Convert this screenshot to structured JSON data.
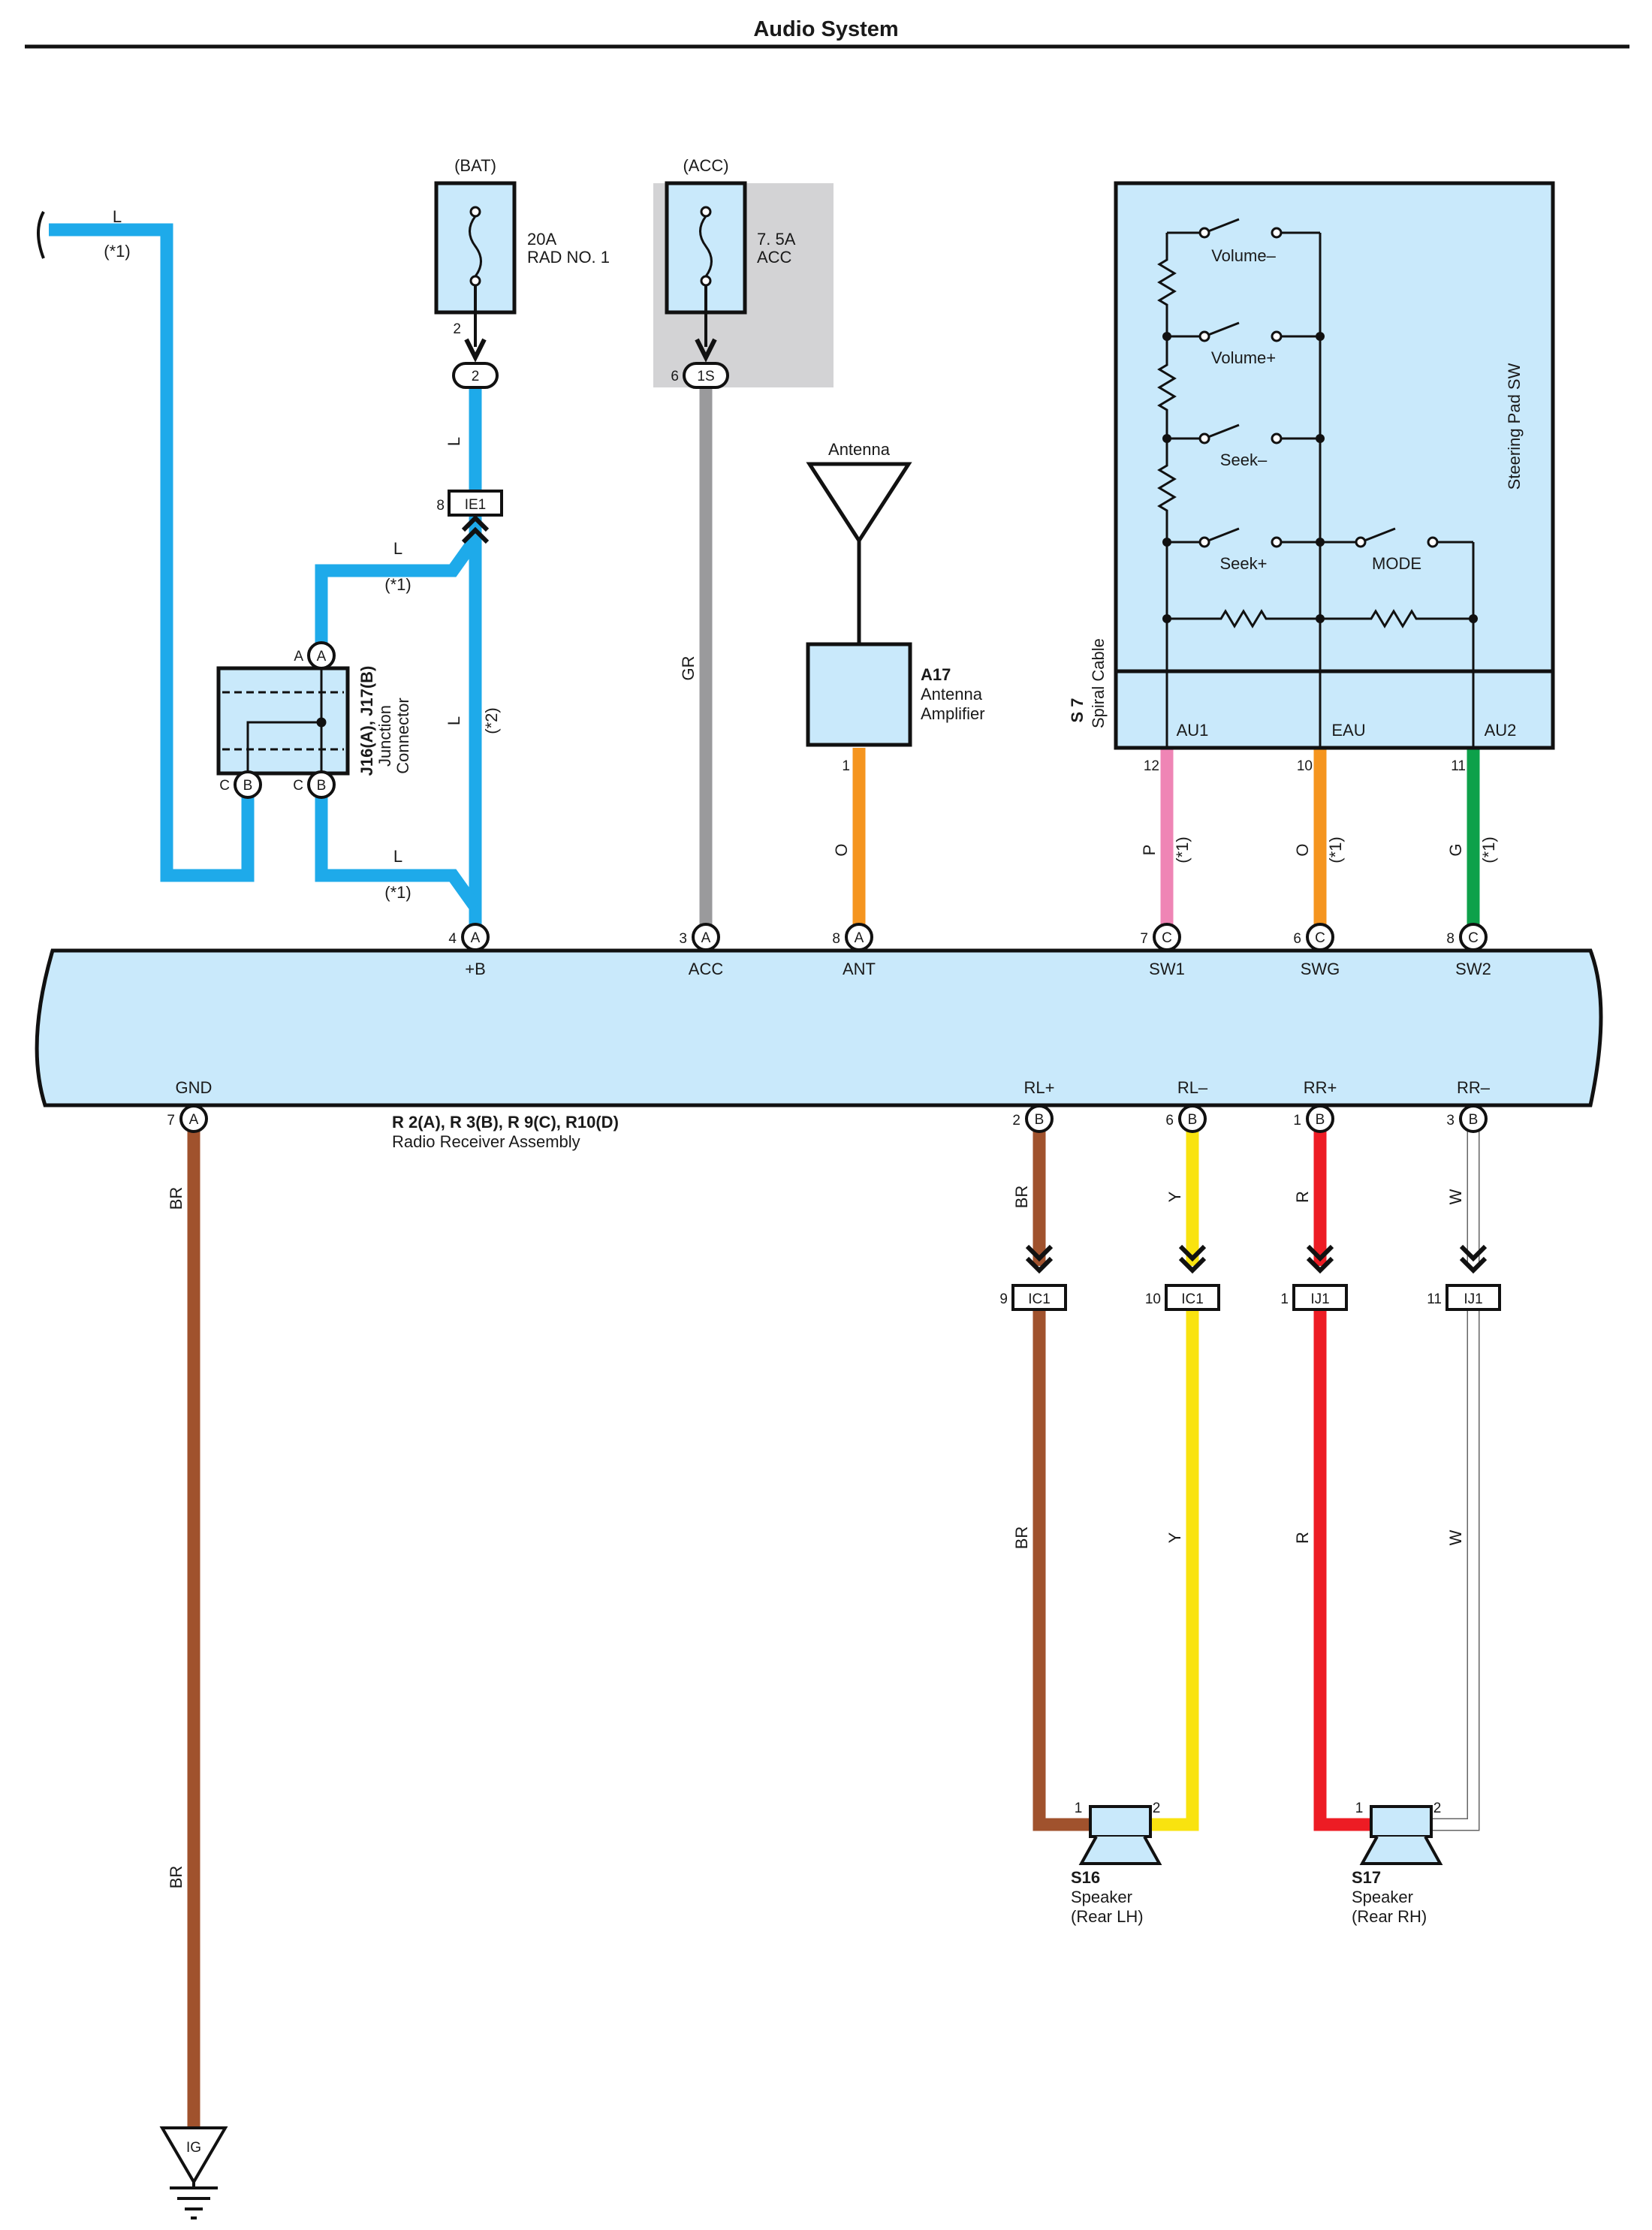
{
  "title": "Audio System",
  "colors": {
    "blue": "#1eaaea",
    "gray": "#9a9a9c",
    "orange": "#f5951f",
    "pink": "#ef85b5",
    "green": "#0da14a",
    "brown": "#a0522d",
    "yellow": "#f9e30f",
    "red": "#ed1c24",
    "white": "#ffffff",
    "component_fill": "#c9e9fb",
    "shade": "#d3d3d5"
  },
  "fuses": {
    "bat": {
      "source": "(BAT)",
      "rating": "20A",
      "name": "RAD NO. 1",
      "pin": "2",
      "connector": "2"
    },
    "acc": {
      "source": "(ACC)",
      "rating": "7. 5A",
      "name": "ACC",
      "pin": "6",
      "connector": "1S"
    }
  },
  "connector_ie1": {
    "pin": "8",
    "name": "IE1"
  },
  "junction": {
    "title": "J16(A), J17(B)",
    "desc1": "Junction",
    "desc2": "Connector",
    "pin_a": "A",
    "pin_b": "B",
    "pin_c": "C"
  },
  "antenna": {
    "label": "Antenna"
  },
  "amplifier": {
    "id": "A17",
    "name1": "Antenna",
    "name2": "Amplifier",
    "pin": "1"
  },
  "steering": {
    "title": "Steering Pad SW",
    "spiral_id": "S 7",
    "spiral_name": "Spiral Cable",
    "switches": [
      "Volume–",
      "Volume+",
      "Seek–",
      "Seek+",
      "MODE"
    ],
    "terminals": [
      "AU1",
      "EAU",
      "AU2"
    ]
  },
  "wires": {
    "l": "L",
    "note1": "(*1)",
    "note2": "(*2)",
    "gr": "GR",
    "o": "O",
    "p": "P",
    "g": "G",
    "br": "BR",
    "y": "Y",
    "r": "R",
    "w": "W"
  },
  "receiver": {
    "ids": "R 2(A), R 3(B), R 9(C), R10(D)",
    "name": "Radio Receiver Assembly",
    "top_terms": [
      {
        "num": "4",
        "conn": "A",
        "label": "+B"
      },
      {
        "num": "3",
        "conn": "A",
        "label": "ACC"
      },
      {
        "num": "8",
        "conn": "A",
        "label": "ANT"
      },
      {
        "num": "7",
        "conn": "C",
        "label": "SW1"
      },
      {
        "num": "6",
        "conn": "C",
        "label": "SWG"
      },
      {
        "num": "8",
        "conn": "C",
        "label": "SW2"
      }
    ],
    "bottom_terms": [
      {
        "num": "7",
        "conn": "A",
        "label": "GND"
      },
      {
        "num": "2",
        "conn": "B",
        "label": "RL+"
      },
      {
        "num": "6",
        "conn": "B",
        "label": "RL–"
      },
      {
        "num": "1",
        "conn": "B",
        "label": "RR+"
      },
      {
        "num": "3",
        "conn": "B",
        "label": "RR–"
      }
    ]
  },
  "steering_pins": [
    "12",
    "10",
    "11"
  ],
  "inline_connectors": [
    {
      "num": "9",
      "name": "IC1"
    },
    {
      "num": "10",
      "name": "IC1"
    },
    {
      "num": "1",
      "name": "IJ1"
    },
    {
      "num": "11",
      "name": "IJ1"
    }
  ],
  "speakers": [
    {
      "id": "S16",
      "name": "Speaker",
      "pos": "(Rear LH)",
      "pin1": "1",
      "pin2": "2"
    },
    {
      "id": "S17",
      "name": "Speaker",
      "pos": "(Rear RH)",
      "pin1": "1",
      "pin2": "2"
    }
  ],
  "ground": {
    "label": "IG"
  }
}
